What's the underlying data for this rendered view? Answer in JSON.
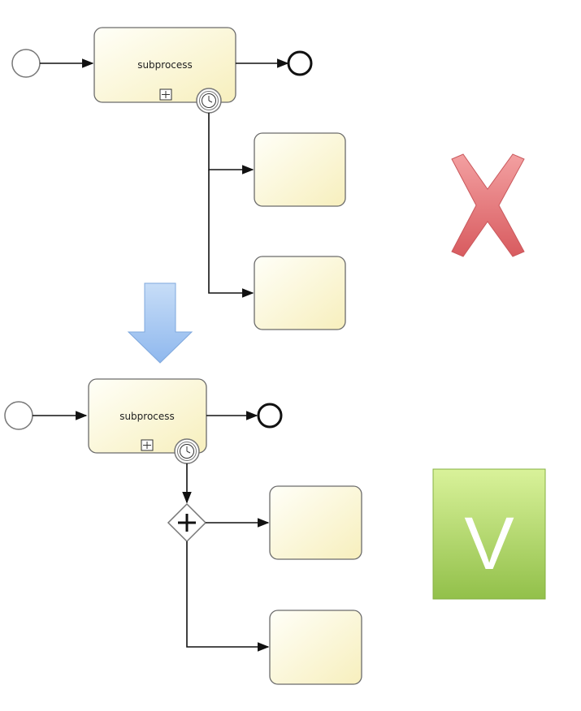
{
  "top_diagram": {
    "subprocess_label": "subprocess",
    "event_icon": "timer-icon",
    "verdict": "wrong",
    "verdict_icon": "red-x-icon"
  },
  "transition": {
    "arrow_icon": "arrow-down-icon"
  },
  "bottom_diagram": {
    "subprocess_label": "subprocess",
    "event_icon": "timer-icon",
    "gateway": "parallel-gateway",
    "verdict": "correct",
    "verdict_label": "V"
  },
  "colors": {
    "task_fill_light": "#fffff6",
    "task_fill_dark": "#f8f1c0",
    "task_stroke": "#6b6b6b",
    "x_fill": "#e8696d",
    "check_fill_top": "#d7f08f",
    "check_fill_bottom": "#95c24a",
    "down_arrow": "#a9ccf3"
  }
}
